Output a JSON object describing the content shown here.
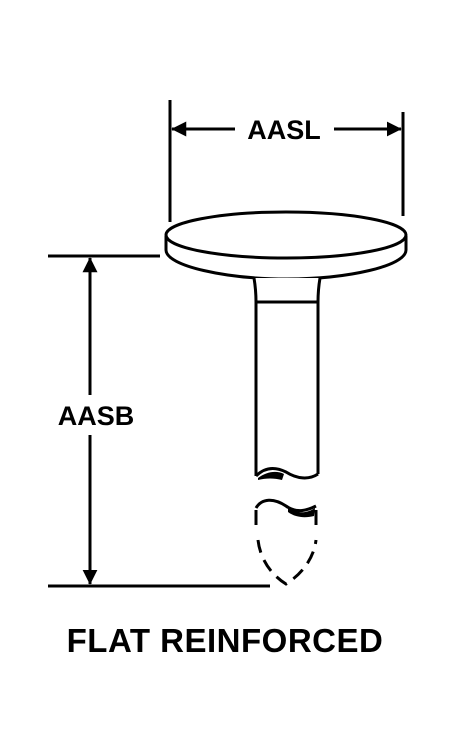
{
  "diagram": {
    "dimensions": {
      "head_width_label": "AASL",
      "body_length_label": "AASB"
    },
    "caption": "FLAT REINFORCED"
  }
}
